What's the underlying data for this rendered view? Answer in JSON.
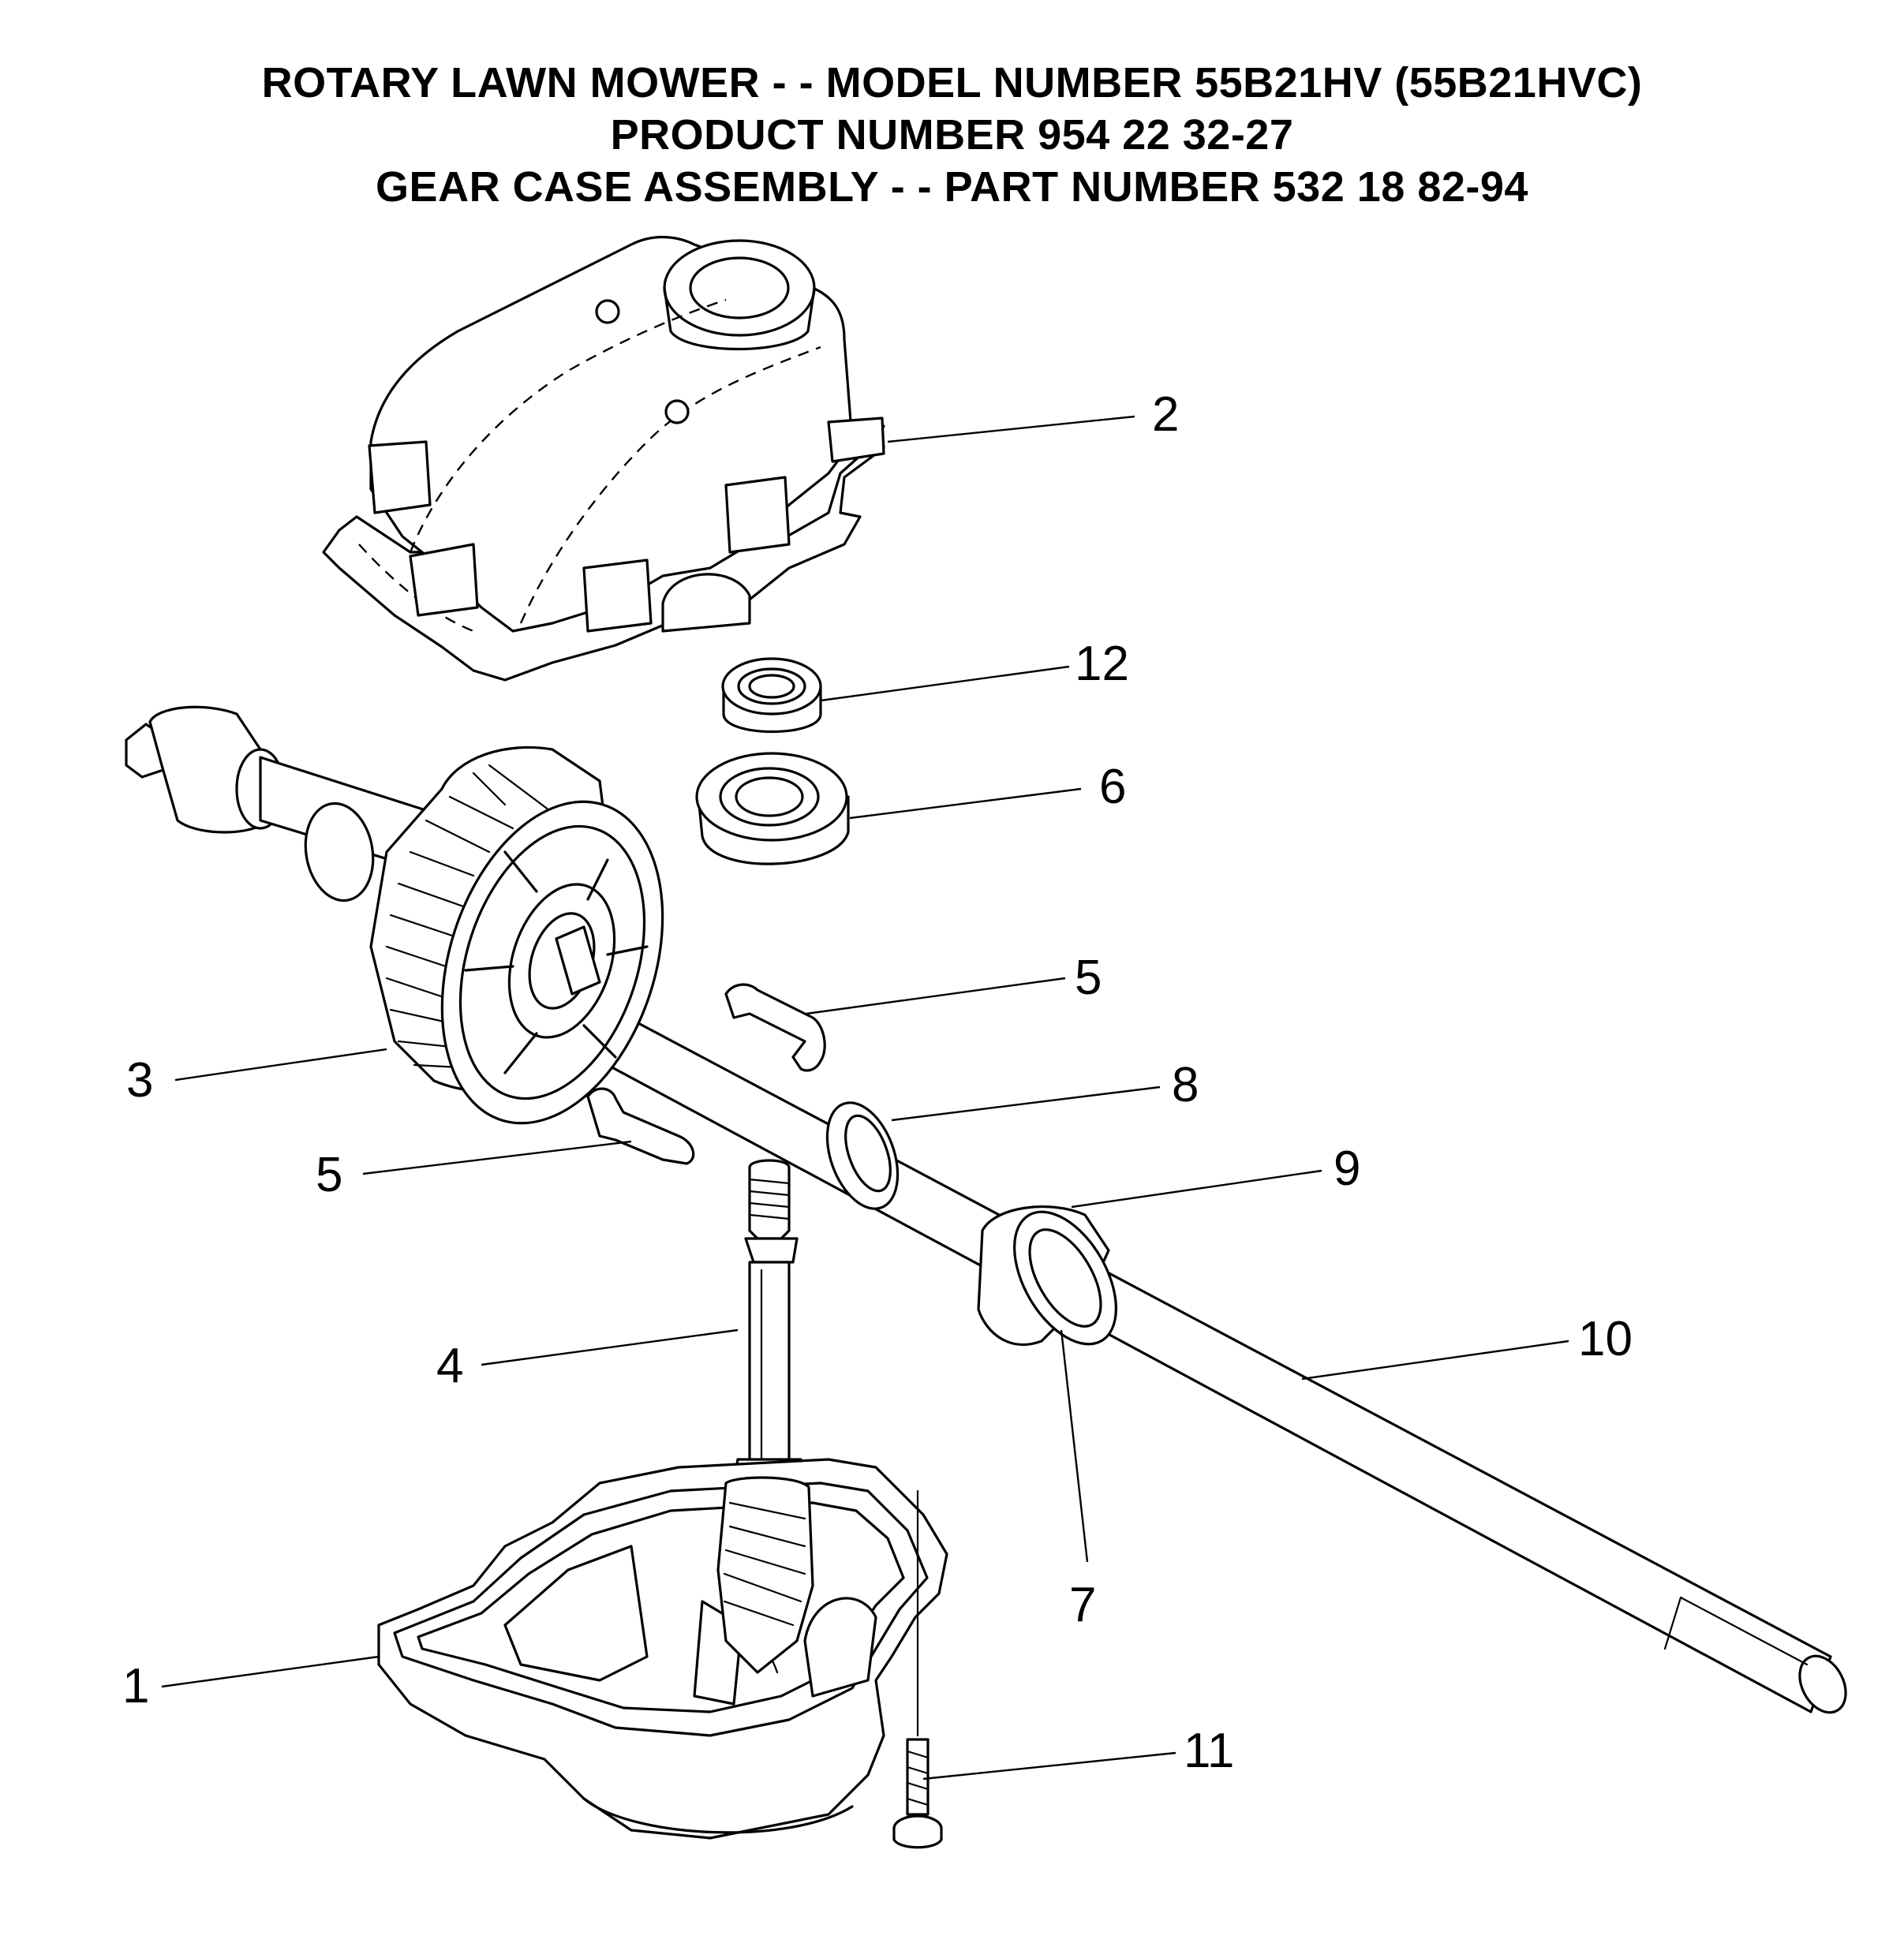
{
  "title": {
    "line1": "ROTARY LAWN MOWER - - MODEL NUMBER 55B21HV (55B21HVC)",
    "line2": "PRODUCT NUMBER 954 22 32-27",
    "line3": "GEAR CASE ASSEMBLY - - PART NUMBER 532 18 82-94"
  },
  "callouts": {
    "c1": "1",
    "c2": "2",
    "c3": "3",
    "c4": "4",
    "c5a": "5",
    "c5b": "5",
    "c6": "6",
    "c7": "7",
    "c8": "8",
    "c9": "9",
    "c10": "10",
    "c11": "11",
    "c12": "12"
  }
}
